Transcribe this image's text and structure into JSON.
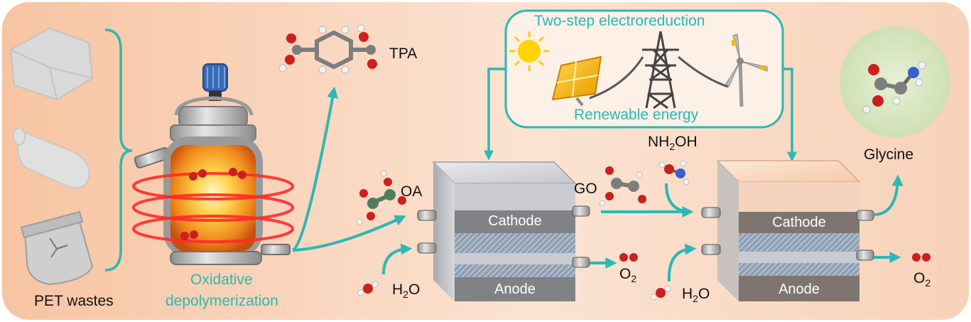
{
  "labels": {
    "pet_wastes": "PET wastes",
    "oxidative_1": "Oxidative",
    "oxidative_2": "depolymerization",
    "tpa": "TPA",
    "oa": "OA",
    "go": "GO",
    "two_step": "Two-step electroreduction",
    "renewable": "Renewable energy",
    "nh2oh_a": "NH",
    "nh2oh_sub": "2",
    "nh2oh_b": "OH",
    "glycine": "Glycine",
    "cathode": "Cathode",
    "anode": "Anode",
    "h2o_a": "H",
    "h2o_sub": "2",
    "h2o_b": "O",
    "o2_a": "O",
    "o2_sub": "2"
  },
  "colors": {
    "background_warm": "#f6c7a6",
    "accent_teal": "#2db8b3",
    "oxygen_red": "#cc1f1f",
    "carbon_gray": "#7d7d7d",
    "nitrogen_blue": "#3a5fcd",
    "hydrogen_white": "#f2f2f2",
    "panel_yellow": "#f5b800",
    "reactor_orange": "#f08a1c"
  }
}
